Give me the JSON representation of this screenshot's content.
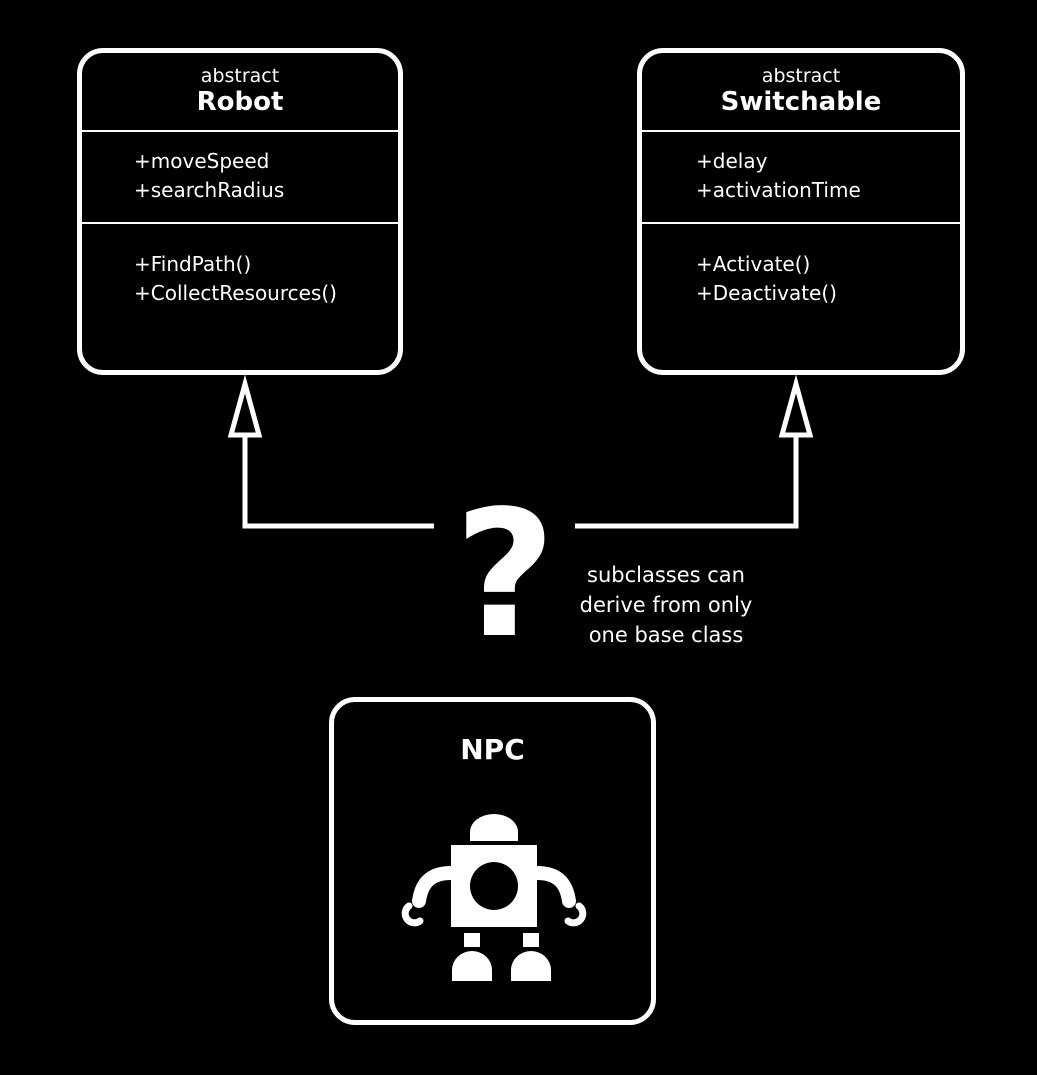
{
  "classes": {
    "robot": {
      "stereotype": "abstract",
      "name": "Robot",
      "attributes": [
        "+moveSpeed",
        "+searchRadius"
      ],
      "operations": [
        "+FindPath()",
        "+CollectResources()"
      ]
    },
    "switchable": {
      "stereotype": "abstract",
      "name": "Switchable",
      "attributes": [
        "+delay",
        "+activationTime"
      ],
      "operations": [
        "+Activate()",
        "+Deactivate()"
      ]
    }
  },
  "question_mark": "?",
  "note": {
    "lines": [
      "subclasses can",
      "derive from only",
      "one base class"
    ]
  },
  "npc": {
    "name": "NPC",
    "icon": "robot-icon"
  },
  "colors": {
    "background": "#000000",
    "foreground": "#ffffff"
  }
}
